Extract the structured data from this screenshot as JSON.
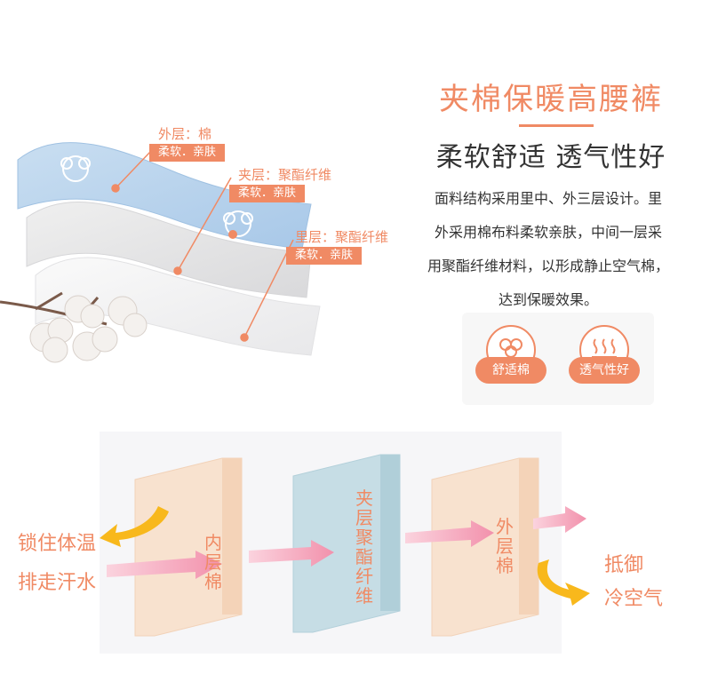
{
  "header": {
    "title": "夹棉保暖高腰裤",
    "subtitle": "柔软舒适 透气性好",
    "description_lines": [
      "面料结构采用里中、外三层设计。里",
      "外采用棉布料柔软亲肤，中间一层采",
      "用聚酯纤维材料，以形成静止空气棉，",
      "达到保暖效果。"
    ]
  },
  "badges": [
    {
      "label": "舒适棉",
      "icon": "cotton-icon"
    },
    {
      "label": "透气性好",
      "icon": "heat-wave-icon"
    }
  ],
  "layers": [
    {
      "label": "外层：棉",
      "tag": "柔软．亲肤"
    },
    {
      "label": "夹层：聚酯纤维",
      "tag": "柔软．亲肤"
    },
    {
      "label": "里层：聚酯纤维",
      "tag": "柔软．亲肤"
    }
  ],
  "flow": {
    "left_top": "锁住体温",
    "left_bottom": "排走汗水",
    "right_top": "抵御",
    "right_bottom": "冷空气",
    "panels": [
      {
        "text": "内层棉",
        "chars": [
          "内",
          "层",
          "棉"
        ]
      },
      {
        "text": "夹层聚酯纤维",
        "chars": [
          "夹",
          "层",
          "聚",
          "酯",
          "纤",
          "维"
        ]
      },
      {
        "text": "外层棉",
        "chars": [
          "外",
          "层",
          "棉"
        ]
      }
    ]
  },
  "colors": {
    "accent": "#f08a64",
    "blue_layer": "#bcd7ee",
    "gray_layer": "#e6e6e8",
    "panel_peach": "#f8e2cf",
    "panel_blue": "#c6dde5",
    "arrow_pink": "#f6a2b8",
    "arrow_yellow": "#f8b81c"
  }
}
